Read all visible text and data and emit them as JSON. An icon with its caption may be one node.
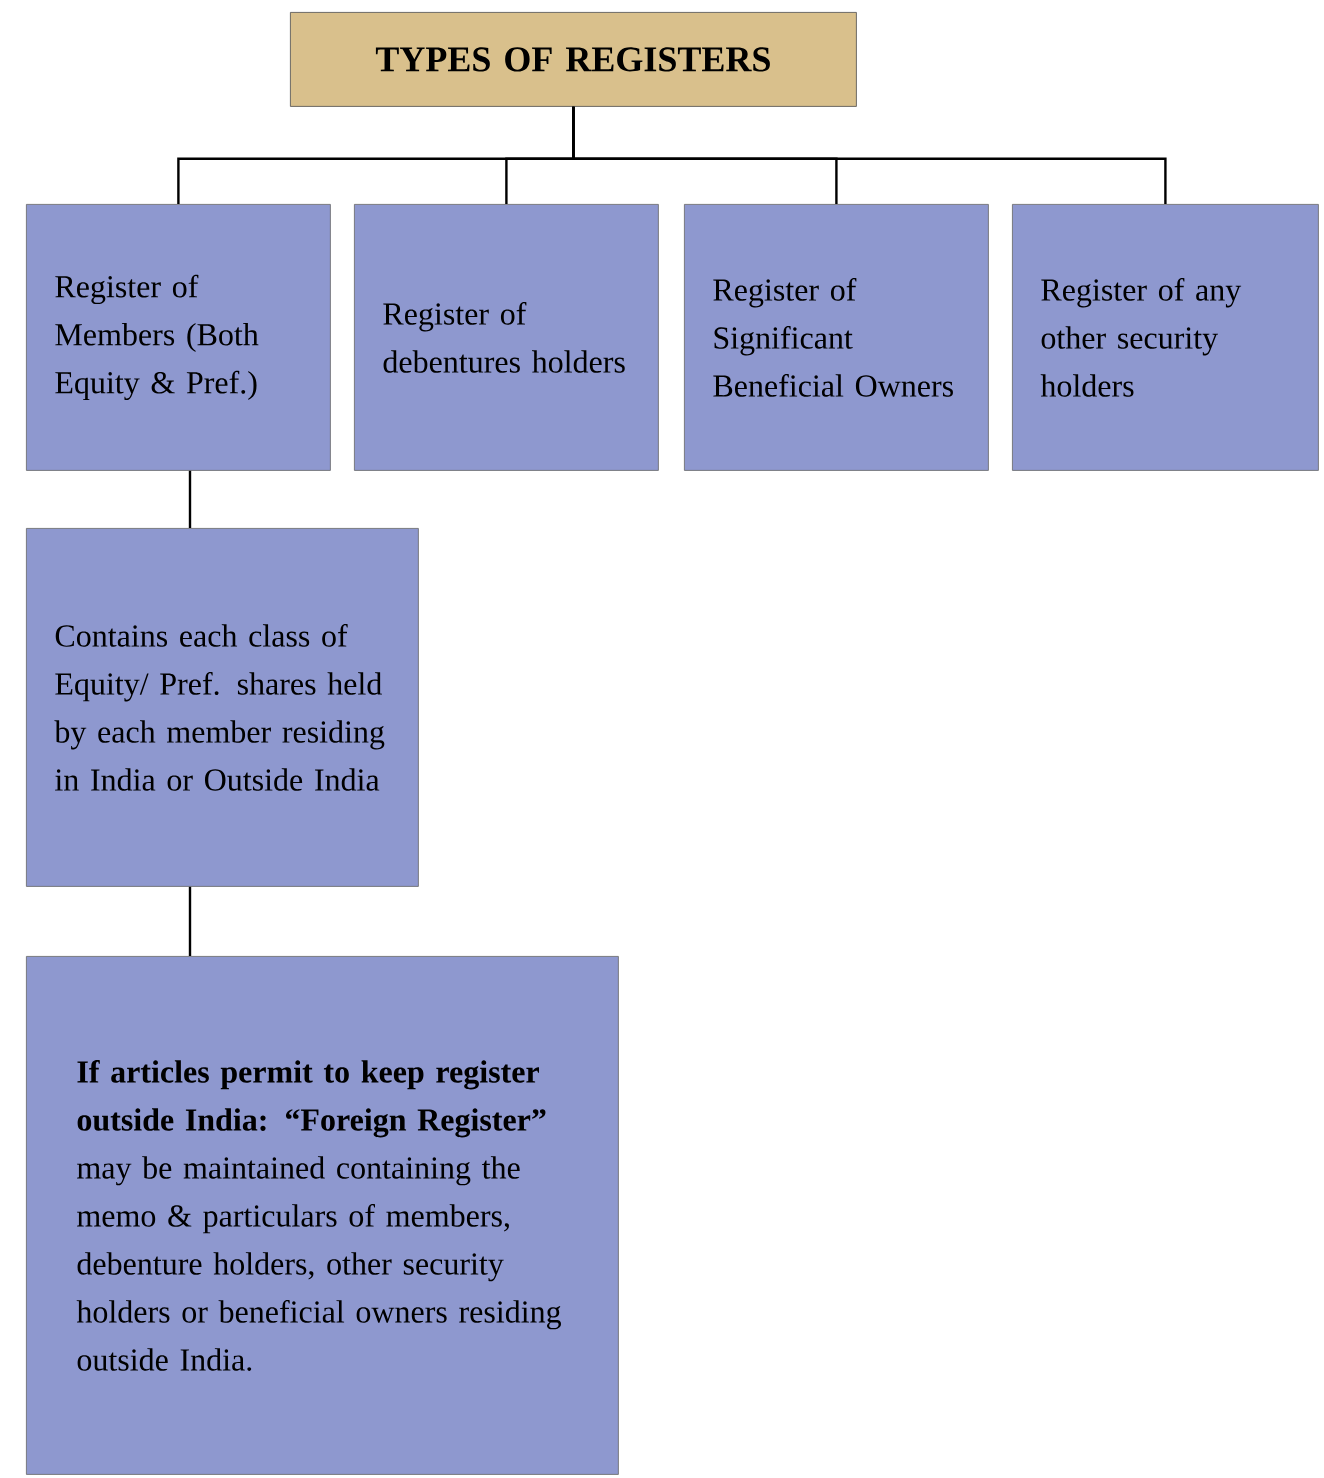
{
  "diagram": {
    "nodes": [
      {
        "text": [
          "TYPES OF REGISTERS"
        ]
      },
      {
        "text": [
          "Register of Members (Both Equity & Pref.)"
        ]
      },
      {
        "text": [
          "Register of debentures holders"
        ]
      },
      {
        "text": [
          "Register of Significant Beneficial Owners"
        ]
      },
      {
        "text": [
          "Register of any other security holders"
        ]
      },
      {
        "text": [
          "Contains each class of Equity/ Pref. shares held by each member residing in India or Outside India"
        ]
      },
      {
        "text": [
          "**If articles permit to keep register outside India: “Foreign Register”** may be maintained containing the memo & particulars of members, debenture holders, other security holders or beneficial owners residing outside India."
        ]
      }
    ],
    "edges": [
      {
        "from": 0,
        "to": 1,
        "arrow": "none"
      },
      {
        "from": 0,
        "to": 2,
        "arrow": "none"
      },
      {
        "from": 0,
        "to": 3,
        "arrow": "none"
      },
      {
        "from": 0,
        "to": 4,
        "arrow": "none"
      },
      {
        "from": 1,
        "to": 5,
        "arrow": "none"
      },
      {
        "from": 5,
        "to": 6,
        "arrow": "none"
      }
    ]
  }
}
